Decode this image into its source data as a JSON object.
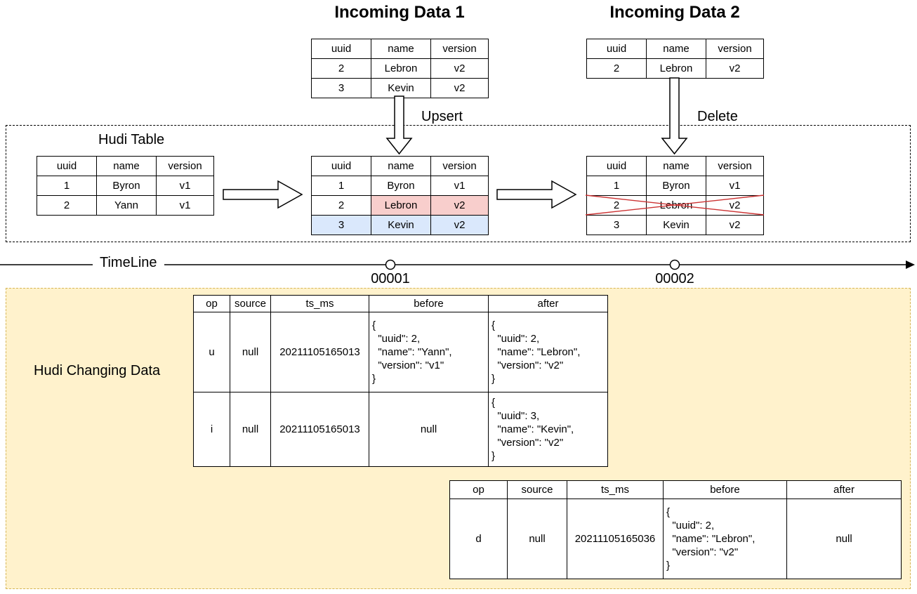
{
  "titles": {
    "incoming1": "Incoming Data 1",
    "incoming2": "Incoming Data 2",
    "hudi_box": "Hudi Table",
    "timeline": "TimeLine",
    "changing": "Hudi Changing Data"
  },
  "operations": {
    "upsert": "Upsert",
    "delete": "Delete"
  },
  "timeline_marks": [
    "00001",
    "00002"
  ],
  "record_headers": [
    "uuid",
    "name",
    "version"
  ],
  "incoming1_rows": [
    [
      "2",
      "Lebron",
      "v2"
    ],
    [
      "3",
      "Kevin",
      "v2"
    ]
  ],
  "incoming2_rows": [
    [
      "2",
      "Lebron",
      "v2"
    ]
  ],
  "hudi_initial_rows": [
    [
      "1",
      "Byron",
      "v1"
    ],
    [
      "2",
      "Yann",
      "v1"
    ]
  ],
  "hudi_upserted_rows": [
    [
      "1",
      "Byron",
      "v1"
    ],
    [
      "2",
      "Lebron",
      "v2"
    ],
    [
      "3",
      "Kevin",
      "v2"
    ]
  ],
  "hudi_deleted_rows": [
    [
      "1",
      "Byron",
      "v1"
    ],
    [
      "2",
      "Lebron",
      "v2"
    ],
    [
      "3",
      "Kevin",
      "v2"
    ]
  ],
  "cdc_headers": [
    "op",
    "source",
    "ts_ms",
    "before",
    "after"
  ],
  "cdc_table1_rows": [
    {
      "op": "u",
      "source": "null",
      "ts_ms": "20211105165013",
      "before": "{\n  \"uuid\": 2,\n  \"name\": \"Yann\",\n  \"version\": \"v1\"\n}",
      "after": "{\n  \"uuid\": 2,\n  \"name\": \"Lebron\",\n  \"version\": \"v2\"\n}"
    },
    {
      "op": "i",
      "source": "null",
      "ts_ms": "20211105165013",
      "before": "null",
      "after": "{\n  \"uuid\": 3,\n  \"name\": \"Kevin\",\n  \"version\": \"v2\"\n}"
    }
  ],
  "cdc_table2_rows": [
    {
      "op": "d",
      "source": "null",
      "ts_ms": "20211105165036",
      "before": "{\n  \"uuid\": 2,\n  \"name\": \"Lebron\",\n  \"version\": \"v2\"\n}",
      "after": "null"
    }
  ],
  "colors": {
    "updated_cell_highlight": "#F8CECC",
    "inserted_row_highlight": "#DAE8FC",
    "changing_data_bg": "#FFF2CC",
    "changing_data_border": "#D6B656",
    "delete_cross": "#CC3333"
  }
}
